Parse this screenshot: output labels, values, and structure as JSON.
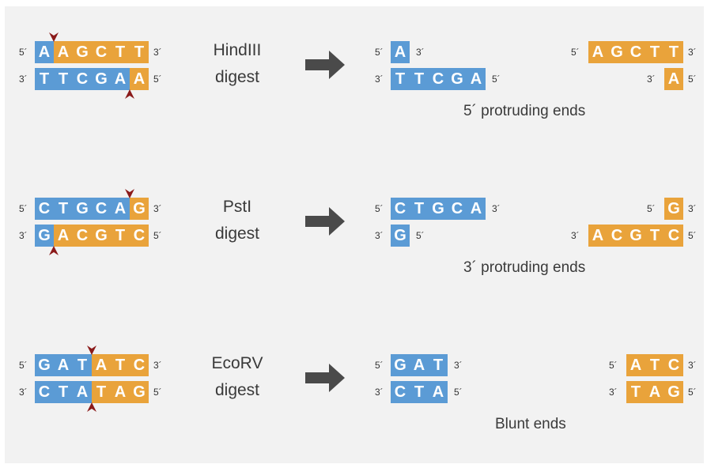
{
  "colors": {
    "blue": "#5b9bd5",
    "orange": "#e9a33b",
    "cut_marker": "#8b1a1a",
    "arrow": "#4a4a4a",
    "panel_bg": "#f2f2f2",
    "text": "#3a3a3a"
  },
  "end_labels": {
    "five_prime": "5´",
    "three_prime": "3´"
  },
  "digests": [
    {
      "enzyme": "HindIII",
      "action": "digest",
      "caption": "5´ protruding ends",
      "top_strand": [
        "A",
        "A",
        "G",
        "C",
        "T",
        "T"
      ],
      "bottom_strand": [
        "T",
        "T",
        "C",
        "G",
        "A",
        "A"
      ],
      "top_cut_after": 1,
      "bottom_cut_after": 5,
      "left_fragment": {
        "top": [
          "A"
        ],
        "bottom": [
          "T",
          "T",
          "C",
          "G",
          "A"
        ]
      },
      "right_fragment": {
        "top": [
          "A",
          "G",
          "C",
          "T",
          "T"
        ],
        "bottom": [
          "A"
        ]
      }
    },
    {
      "enzyme": "PstI",
      "action": "digest",
      "caption": "3´ protruding ends",
      "top_strand": [
        "C",
        "T",
        "G",
        "C",
        "A",
        "G"
      ],
      "bottom_strand": [
        "G",
        "A",
        "C",
        "G",
        "T",
        "C"
      ],
      "top_cut_after": 5,
      "bottom_cut_after": 1,
      "left_fragment": {
        "top": [
          "C",
          "T",
          "G",
          "C",
          "A"
        ],
        "bottom": [
          "G"
        ]
      },
      "right_fragment": {
        "top": [
          "G"
        ],
        "bottom": [
          "A",
          "C",
          "G",
          "T",
          "C"
        ]
      }
    },
    {
      "enzyme": "EcoRV",
      "action": "digest",
      "caption": "Blunt ends",
      "top_strand": [
        "G",
        "A",
        "T",
        "A",
        "T",
        "C"
      ],
      "bottom_strand": [
        "C",
        "T",
        "A",
        "T",
        "A",
        "G"
      ],
      "top_cut_after": 3,
      "bottom_cut_after": 3,
      "left_fragment": {
        "top": [
          "G",
          "A",
          "T"
        ],
        "bottom": [
          "C",
          "T",
          "A"
        ]
      },
      "right_fragment": {
        "top": [
          "A",
          "T",
          "C"
        ],
        "bottom": [
          "T",
          "A",
          "G"
        ]
      }
    }
  ]
}
